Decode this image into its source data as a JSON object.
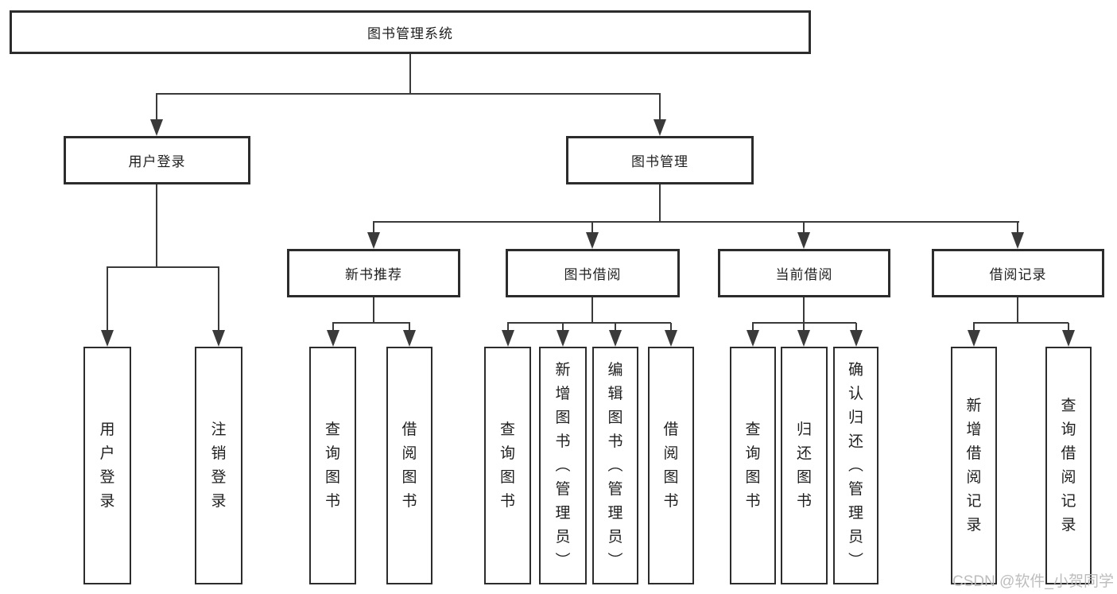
{
  "diagram": {
    "title": "图书管理系统",
    "root": {
      "label": "图书管理系统"
    },
    "level2": [
      {
        "label": "用户登录"
      },
      {
        "label": "图书管理"
      }
    ],
    "level3": [
      {
        "label": "新书推荐"
      },
      {
        "label": "图书借阅"
      },
      {
        "label": "当前借阅"
      },
      {
        "label": "借阅记录"
      }
    ],
    "leaves": {
      "user_login": [
        "用户登录",
        "注销登录"
      ],
      "new_book": [
        "查询图书",
        "借阅图书"
      ],
      "book_borrow": [
        "查询图书",
        "新增图书（管理员）",
        "编辑图书（管理员）",
        "借阅图书"
      ],
      "current_borrow": [
        "查询图书",
        "归还图书",
        "确认归还（管理员）"
      ],
      "borrow_records": [
        "新增借阅记录",
        "查询借阅记录"
      ]
    },
    "colors": {
      "line": "#3a3a3a",
      "box_border": "#2c2c2c",
      "text": "#1f1f1f",
      "background": "#ffffff",
      "watermark": "#b9b9b9"
    }
  },
  "watermark": {
    "text": "CSDN @软件_小贺同学"
  }
}
